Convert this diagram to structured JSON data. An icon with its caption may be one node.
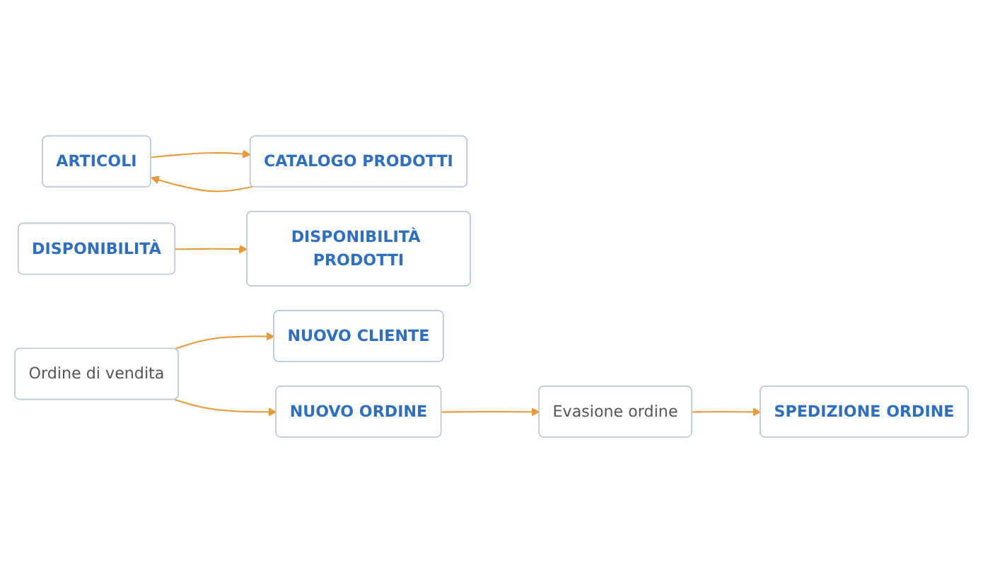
{
  "diagram": {
    "nodes": [
      {
        "text": [
          "ARTICOLI"
        ]
      },
      {
        "text": [
          "CATALOGO PRODOTTI"
        ]
      },
      {
        "text": [
          "DISPONIBILITÀ"
        ]
      },
      {
        "text": [
          "DISPONIBILITÀ PRODOTTI"
        ]
      },
      {
        "text": [
          "NUOVO CLIENTE"
        ]
      },
      {
        "text": [
          "Ordine di vendita"
        ]
      },
      {
        "text": [
          "NUOVO ORDINE"
        ]
      },
      {
        "text": [
          "Evasione ordine"
        ]
      },
      {
        "text": [
          "SPEDIZIONE ORDINE"
        ]
      }
    ],
    "edges": [
      {
        "from": 0,
        "to": 1,
        "arrow": "to"
      },
      {
        "from": 1,
        "to": 0,
        "arrow": "to"
      },
      {
        "from": 2,
        "to": 3,
        "arrow": "to"
      },
      {
        "from": 5,
        "to": 4,
        "arrow": "to"
      },
      {
        "from": 5,
        "to": 6,
        "arrow": "to"
      },
      {
        "from": 6,
        "to": 7,
        "arrow": "to"
      },
      {
        "from": 7,
        "to": 8,
        "arrow": "to"
      }
    ]
  }
}
